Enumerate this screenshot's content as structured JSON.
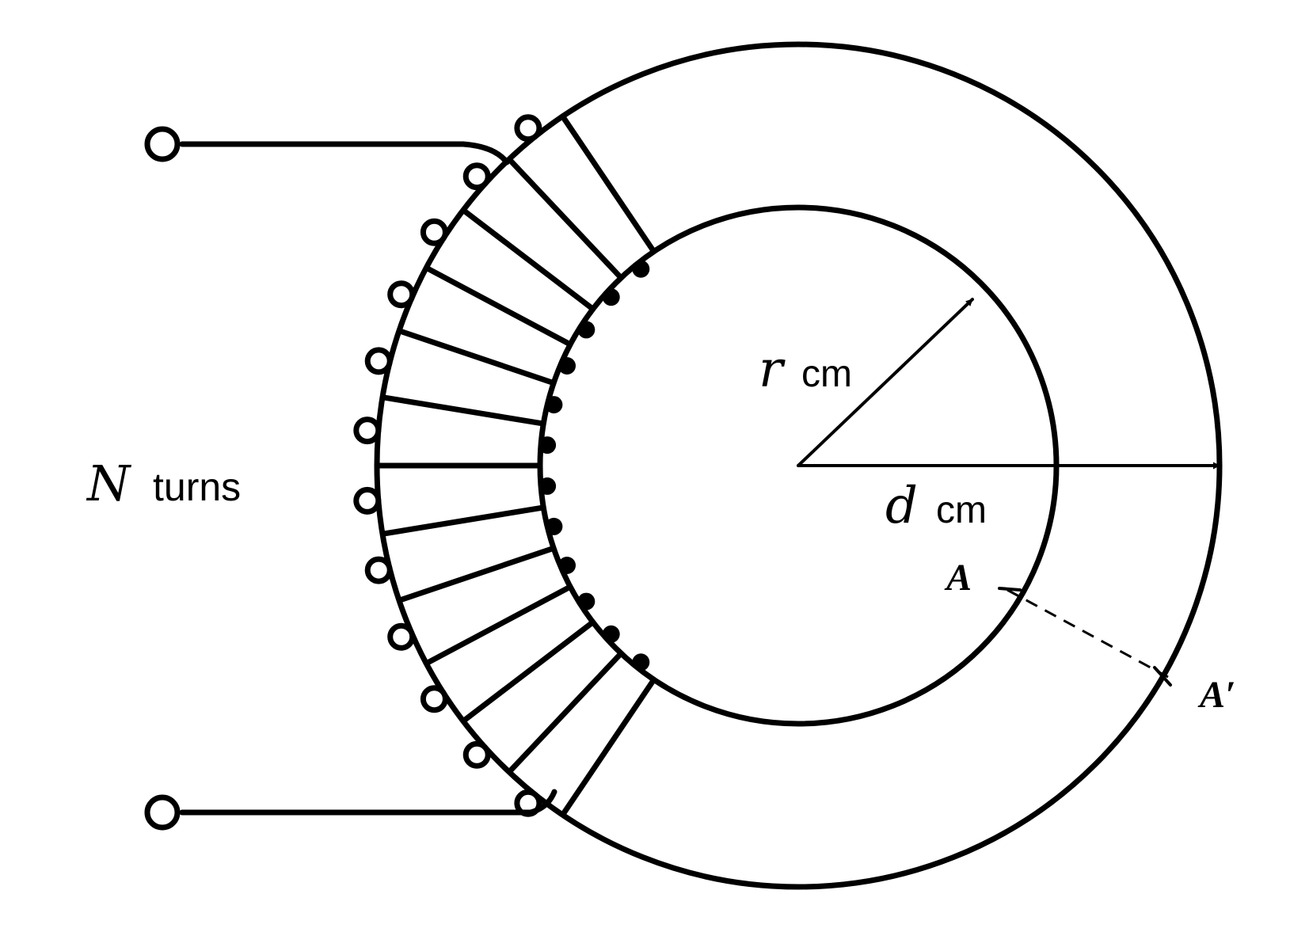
{
  "labels": {
    "turns_symbol": "N",
    "turns_word": "turns",
    "radius_symbol": "r",
    "radius_unit": "cm",
    "diameter_symbol": "d",
    "diameter_unit": "cm",
    "point_a": "A",
    "point_a_prime": "A′"
  }
}
